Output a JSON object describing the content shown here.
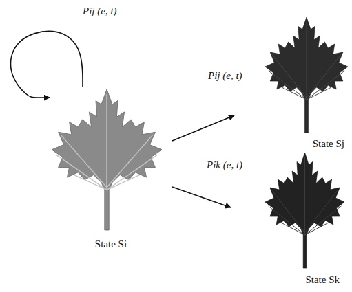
{
  "diagram": {
    "nodes": [
      {
        "text": [
          "State Si"
        ]
      },
      {
        "text": [
          "State Sj"
        ]
      },
      {
        "text": [
          "State Sk"
        ]
      }
    ],
    "edges": [
      {
        "from": 0,
        "to": 0,
        "arrow": "to",
        "label": "Pij (e, t)"
      },
      {
        "from": 0,
        "to": 1,
        "arrow": "to",
        "label": "Pij (e, t)"
      },
      {
        "from": 0,
        "to": 2,
        "arrow": "to",
        "label": "Pik (e, t)"
      }
    ]
  }
}
